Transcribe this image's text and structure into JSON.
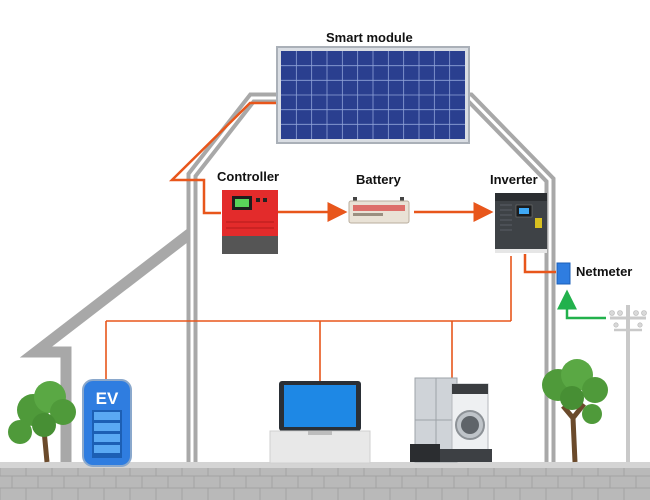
{
  "labels": {
    "smart_module": "Smart module",
    "controller": "Controller",
    "battery": "Battery",
    "inverter": "Inverter",
    "netmeter": "Netmeter",
    "ev": "EV"
  },
  "colors": {
    "wire_dc": "#e8561b",
    "wire_ac": "#e8561b",
    "grid_wire": "#22b14c",
    "house_outline": "#a9a9a9",
    "ground": "#c8c8c8",
    "panel": "#2a3f8f",
    "controller": "#e32b2b",
    "netmeter": "#2f7de0",
    "ev_charger": "#2f7de0",
    "laptop_screen": "#1e88e5",
    "tree": "#4f9a3a"
  },
  "icons": {
    "solar_panel": "solar-panel-icon",
    "controller": "charge-controller-icon",
    "battery": "battery-icon",
    "inverter": "inverter-icon",
    "netmeter": "netmeter-icon",
    "utility_pole": "utility-pole-icon",
    "ev_charger": "ev-charger-icon",
    "laptop": "laptop-icon",
    "appliances": "home-appliances-icon",
    "tree": "tree-icon"
  }
}
